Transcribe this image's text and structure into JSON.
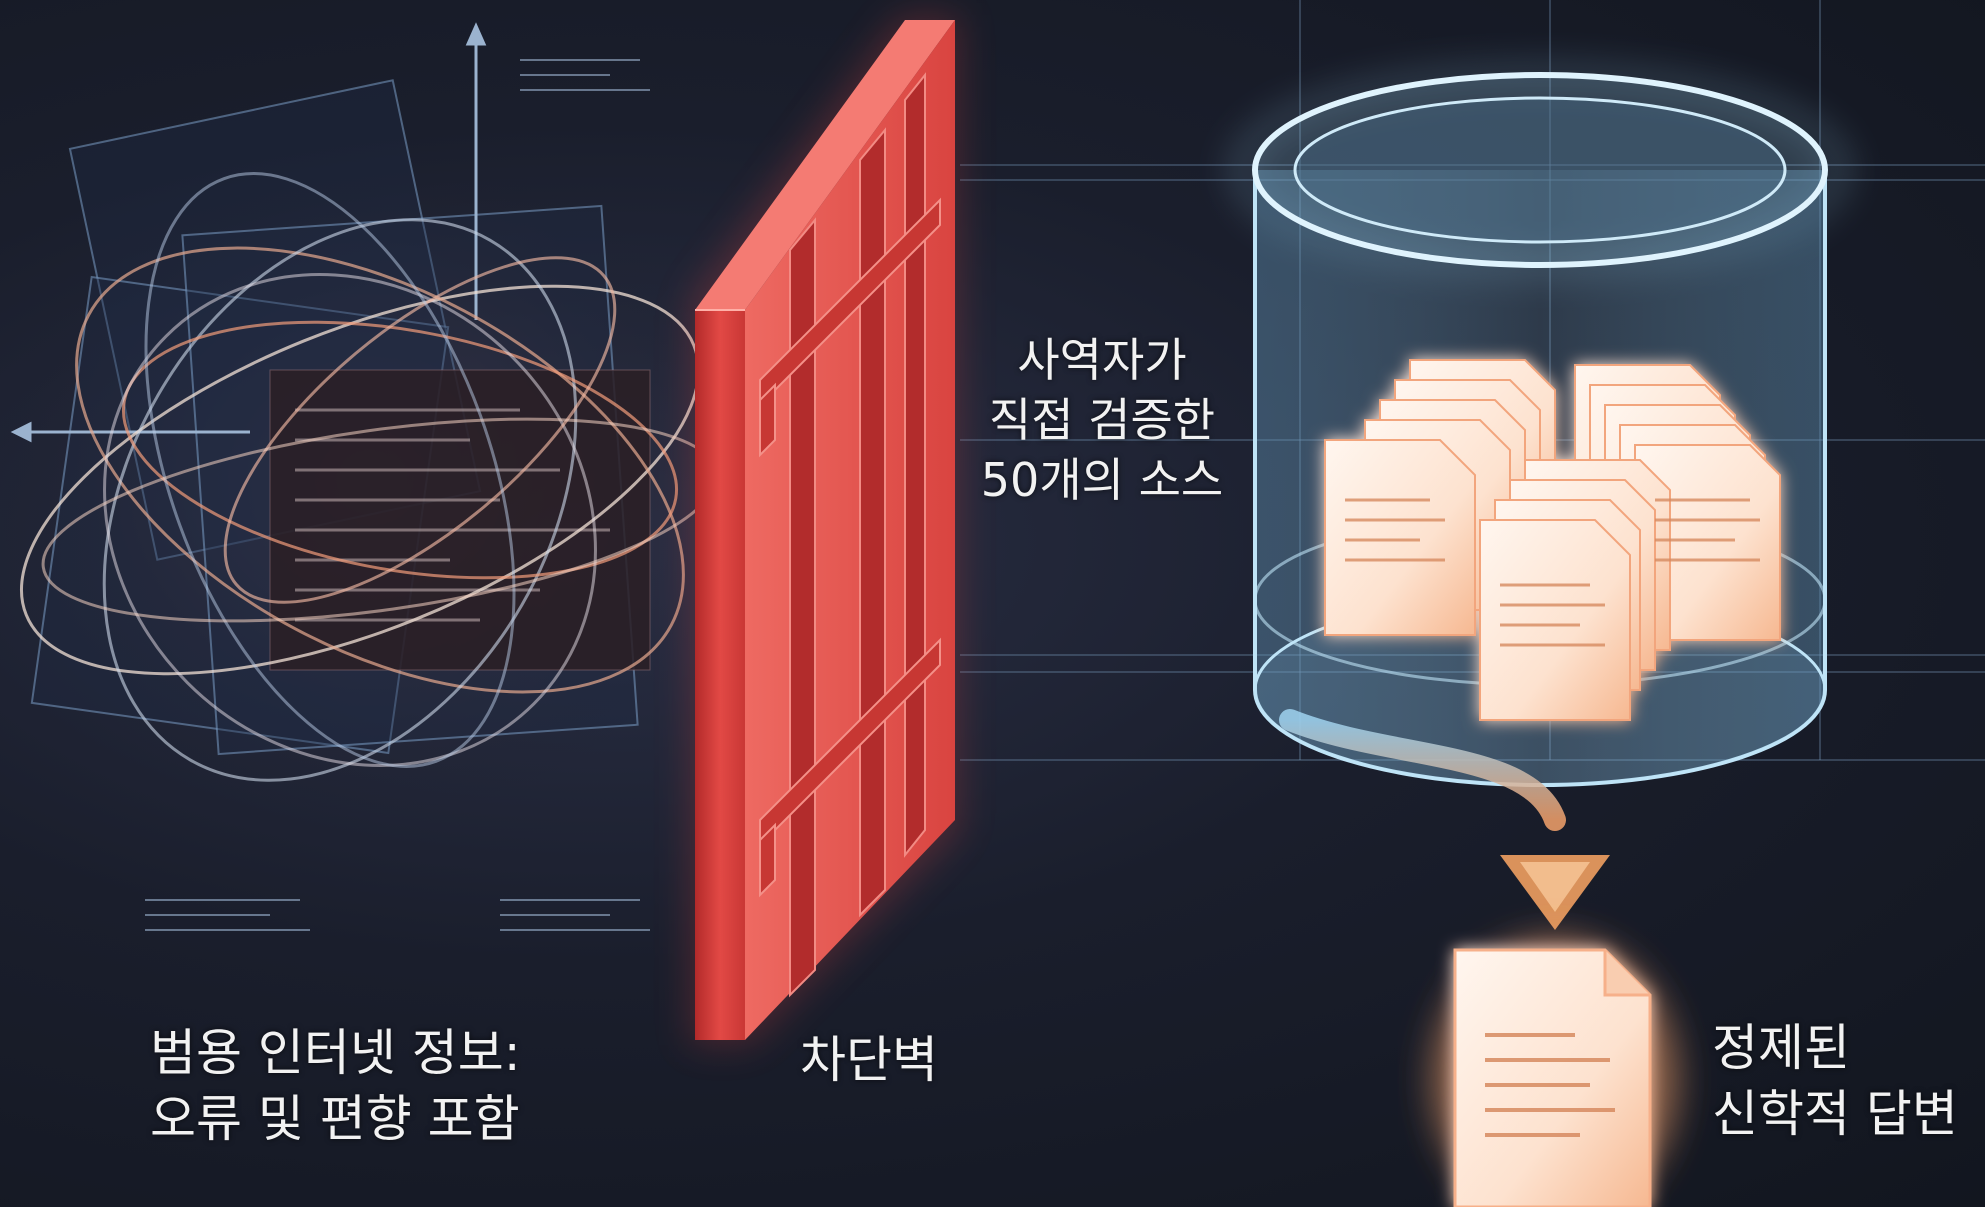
{
  "labels": {
    "internet_line1": "범용 인터넷 정보:",
    "internet_line2": "오류 및 편향 포함",
    "barrier": "차단벽",
    "sources_line1": "사역자가",
    "sources_line2": "직접 검증한",
    "sources_line3": "50개의 소스",
    "answer_line1": "정제된",
    "answer_line2": "신학적 답변"
  },
  "colors": {
    "background": "#161a25",
    "barrier_red": "#e0413f",
    "glass_blue": "#9fd3f0",
    "doc_glow": "#f4a26b",
    "arrow_orange": "#f0a060"
  },
  "icons": {
    "chaos": "tangled-lines-icon",
    "barrier": "wall-icon",
    "database": "cylinder-database-icon",
    "document": "document-icon",
    "arrow": "arrow-down-icon"
  }
}
